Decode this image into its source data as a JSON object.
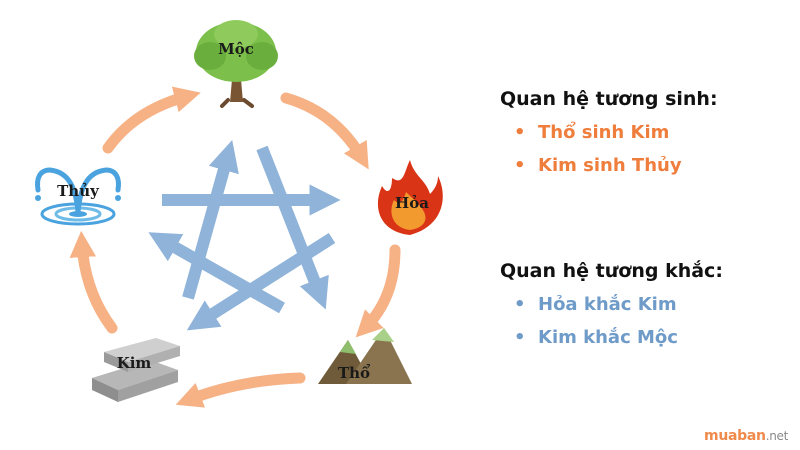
{
  "colors": {
    "generate_arrow": "#f6b184",
    "overcome_arrow": "#8fb3d9",
    "generate_text": "#ef7d3c",
    "overcome_text": "#6f9bc8",
    "brand_orange": "#f08a4b"
  },
  "nodes": [
    {
      "id": "moc",
      "label": "Mộc",
      "icon": "tree-icon"
    },
    {
      "id": "hoa",
      "label": "Hỏa",
      "icon": "fire-icon"
    },
    {
      "id": "tho",
      "label": "Thổ",
      "icon": "mountain-icon"
    },
    {
      "id": "kim",
      "label": "Kim",
      "icon": "metal-bars-icon"
    },
    {
      "id": "thuy",
      "label": "Thủy",
      "icon": "water-fountain-icon"
    }
  ],
  "generate_panel": {
    "title": "Quan hệ tương sinh:",
    "items": [
      "Thổ sinh Kim",
      "Kim sinh Thủy"
    ]
  },
  "overcome_panel": {
    "title": "Quan hệ tương khắc:",
    "items": [
      "Hỏa khắc Kim",
      "Kim khắc Mộc"
    ]
  },
  "brand": {
    "name": "muaban",
    "suffix": ".net"
  }
}
